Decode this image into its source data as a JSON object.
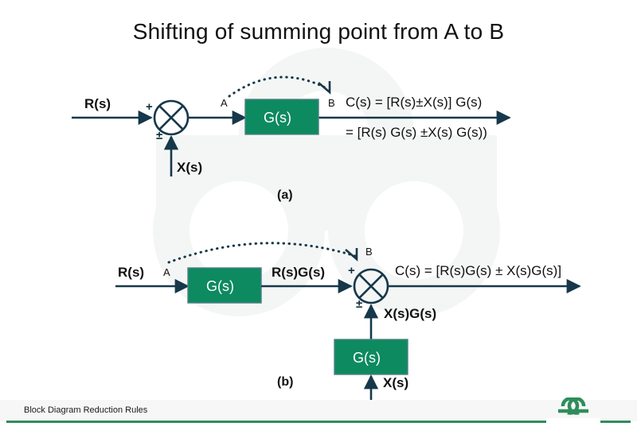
{
  "page": {
    "title": "Shifting of summing point from A to B",
    "background_color": "#ffffff",
    "line_color": "#16384a",
    "block_fill": "#0d8a5f",
    "block_text_color": "#ffffff",
    "accent_green": "#2f8d5b"
  },
  "diagram_a": {
    "caption": "(a)",
    "input_label": "R(s)",
    "sum_plus": "+",
    "sum_pm": "±",
    "secondary_input": "X(s)",
    "node_a": "A",
    "node_b": "B",
    "block_label": "G(s)",
    "output_line_1": "C(s) = [R(s)±X(s)] G(s)",
    "output_line_2": "= [R(s) G(s) ±X(s) G(s))"
  },
  "diagram_b": {
    "caption": "(b)",
    "input_label": "R(s)",
    "node_a": "A",
    "node_b": "B",
    "block_label": "G(s)",
    "mid_signal": "R(s)G(s)",
    "sum_plus": "+",
    "sum_pm": "±",
    "feedback_signal": "X(s)G(s)",
    "feedback_block_label": "G(s)",
    "feedback_input": "X(s)",
    "output_label": "C(s) = [R(s)G(s) ± X(s)G(s)]"
  },
  "footer": {
    "caption": "Block Diagram Reduction Rules",
    "logo_name": "geeksforgeeks-logo"
  }
}
